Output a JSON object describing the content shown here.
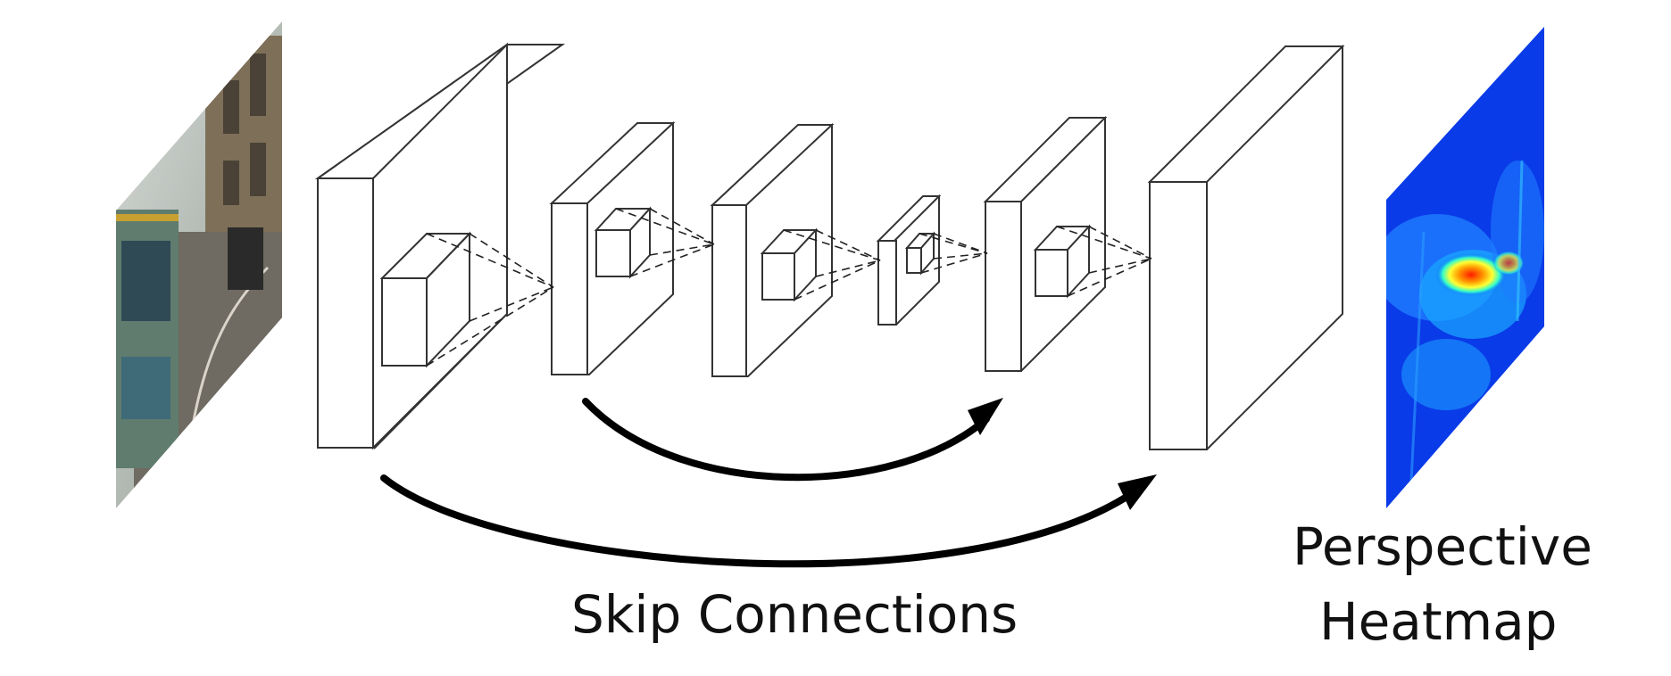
{
  "labels": {
    "skip_connections": "Skip Connections",
    "heatmap_line1": "Perspective",
    "heatmap_line2": "Heatmap"
  }
}
